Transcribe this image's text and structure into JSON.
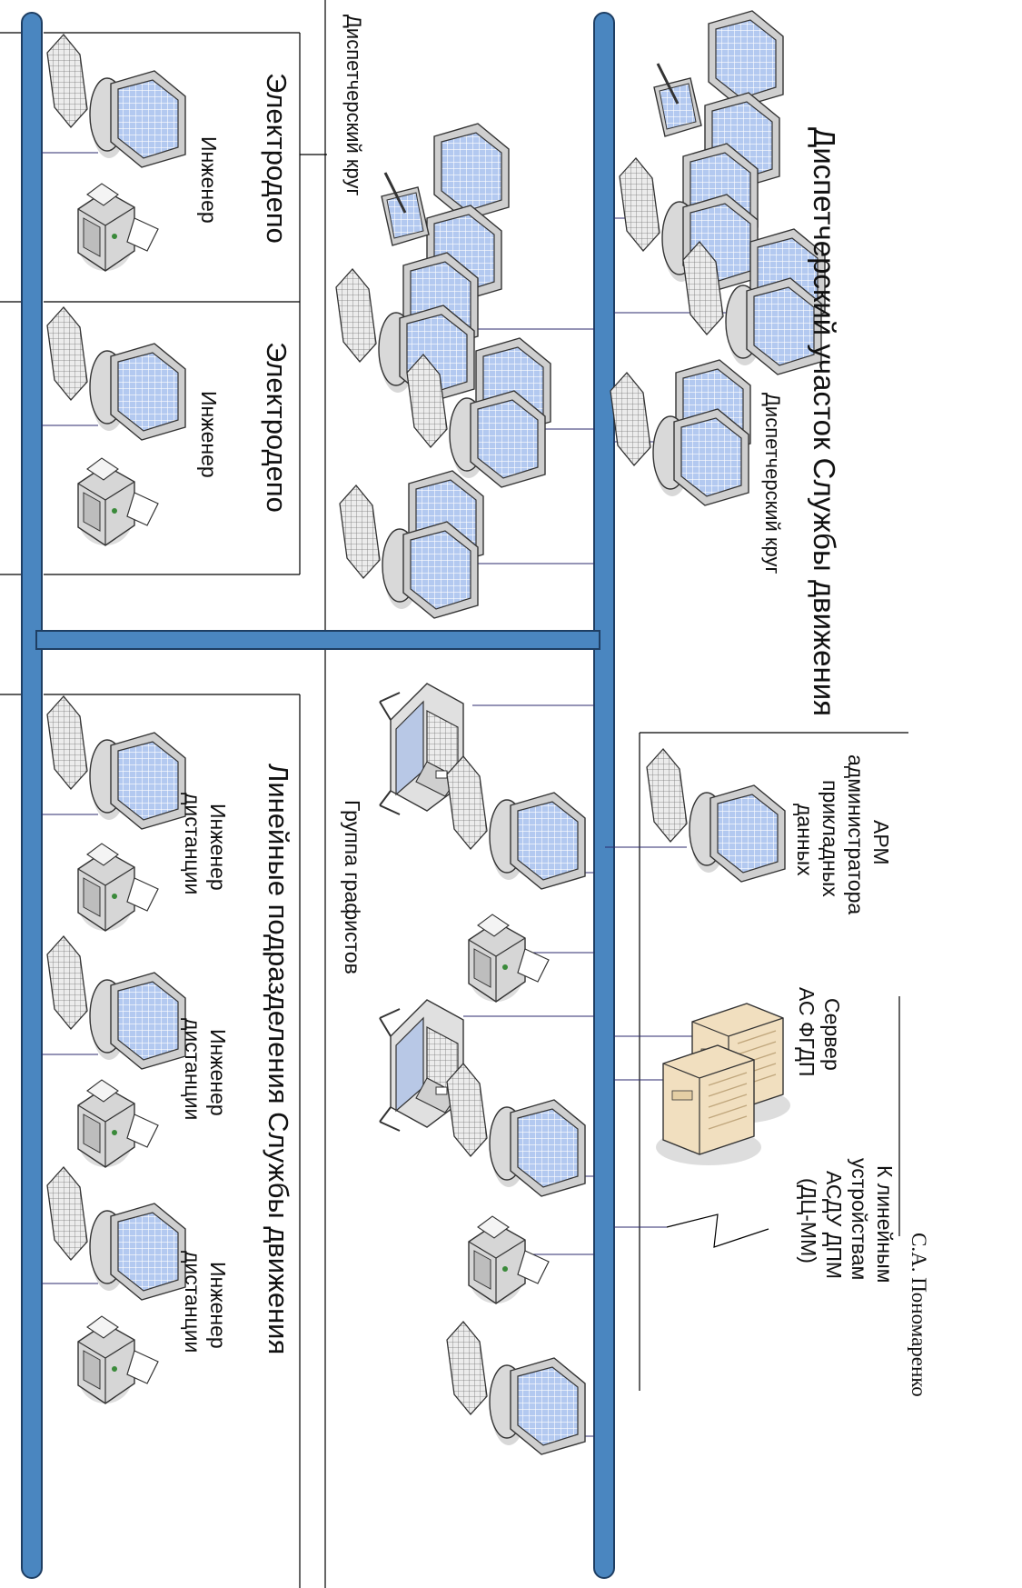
{
  "diagram": {
    "author": "С.А. Пономаренко",
    "colors": {
      "bus": "#4a86c0",
      "bus_border": "#1e3e63",
      "screen": "#a8c0ec",
      "device": "#d7d7d7",
      "server": "#f1dfbf",
      "paper": "#b8c8e6"
    },
    "sections": {
      "dispatch_area": {
        "title": "Диспетчерский участок Службы движения",
        "circle_1": "Диспетчерский круг",
        "circle_2": "Диспетчерский круг"
      },
      "depot_1": {
        "title": "Электродепо",
        "role": "Инженер"
      },
      "depot_2": {
        "title": "Электродепо",
        "role": "Инженер"
      },
      "graphists": {
        "title": "Группа графистов"
      },
      "line_units": {
        "title": "Линейные подразделения Службы движения",
        "units": [
          {
            "role_line1": "Инженер",
            "role_line2": "дистанции"
          },
          {
            "role_line1": "Инженер",
            "role_line2": "дистанции"
          },
          {
            "role_line1": "Инженер",
            "role_line2": "дистанции"
          }
        ]
      },
      "admin": {
        "line1": "АРМ",
        "line2": "администратора",
        "line3": "прикладных",
        "line4": "данных"
      },
      "server": {
        "line1": "Сервер",
        "line2": "АС ФГДП"
      },
      "external": {
        "line1": "К линейным",
        "line2": "устройствам",
        "line3": "АСДУ ДПМ",
        "line4": "(ДЦ-ММ)"
      }
    }
  }
}
